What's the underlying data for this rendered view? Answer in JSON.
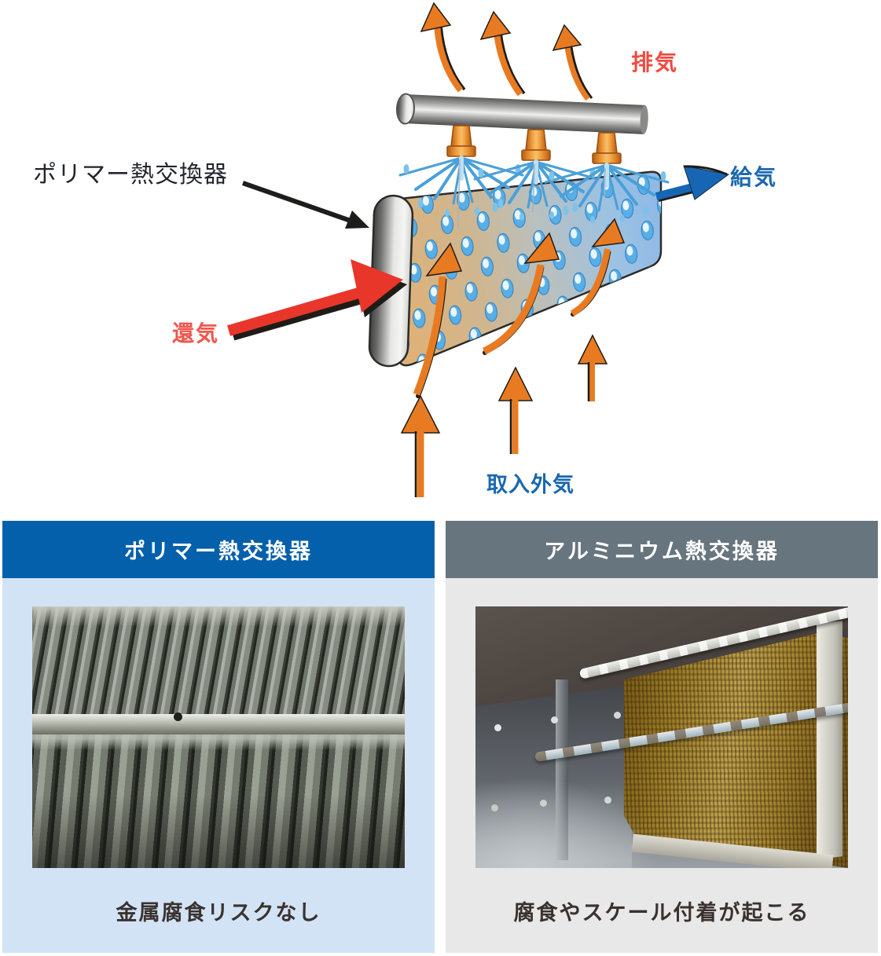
{
  "diagram": {
    "labels": {
      "polymer_pointer": "ポリマー熱交換器",
      "exhaust": "排気",
      "supply_air": "給気",
      "return_air": "還気",
      "outside_air": "取入外気"
    },
    "label_colors": {
      "polymer_pointer": "#22252c",
      "exhaust": "#ef4a40",
      "supply_air": "#1a67b0",
      "return_air": "#f0564d",
      "outside_air": "#1a67b0"
    },
    "graphic_colors": {
      "airflow_arrow_orange": "#e87b22",
      "return_arrow_red": "#e8362b",
      "supply_arrow_blue": "#1766b4",
      "spray_blue": "#4aa0d8",
      "slab_warm_side": "#dfb177",
      "slab_cool_side": "#8fb9e6"
    }
  },
  "comparison": {
    "left_panel": {
      "title": "ポリマー熱交換器",
      "caption": "金属腐食リスクなし",
      "header_color": "#0560ac",
      "body_color": "#d2e3f5",
      "photo_alt": "polymer-heat-exchanger-tube-bank-photo"
    },
    "right_panel": {
      "title": "アルミニウム熱交換器",
      "caption": "腐食やスケール付着が起こる",
      "header_color": "#67757e",
      "body_color": "#e8e8e8",
      "photo_alt": "corroded-aluminum-heat-exchanger-photo"
    }
  }
}
